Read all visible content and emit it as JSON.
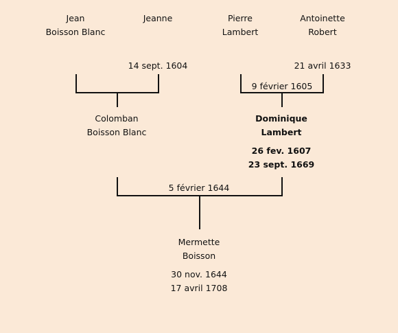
{
  "ancestors": {
    "jean": {
      "first": "Jean",
      "last": "Boisson Blanc"
    },
    "jeanne": {
      "first": "Jeanne",
      "death": "14 sept. 1604"
    },
    "pierre": {
      "first": "Pierre",
      "last": "Lambert"
    },
    "antoinette": {
      "first": "Antoinette",
      "last": "Robert",
      "death": "21 avril 1633"
    }
  },
  "marriages": {
    "jean_jeanne": {
      "date": ""
    },
    "pierre_antoinette": {
      "date": "9 février 1605"
    },
    "colomban_dominique": {
      "date": "5 février 1644"
    }
  },
  "parents": {
    "colomban": {
      "first": "Colomban",
      "last": "Boisson Blanc"
    },
    "dominique": {
      "first": "Dominique",
      "last": "Lambert",
      "birth": "26 fev. 1607",
      "death": "23 sept. 1669"
    }
  },
  "child": {
    "mermette": {
      "first": "Mermette",
      "last": "Boisson",
      "birth": "30 nov. 1644",
      "death": "17 avril 1708"
    }
  }
}
